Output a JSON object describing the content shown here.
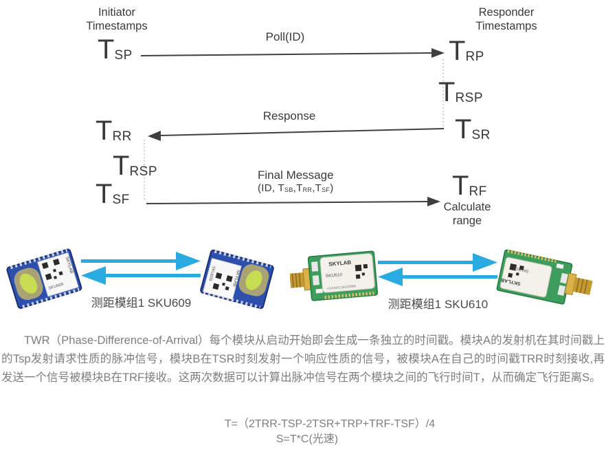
{
  "diagram": {
    "initiator_header": "Initiator\nTimestamps",
    "responder_header": "Responder\nTimestamps",
    "poll_label": "Poll(ID)",
    "response_label": "Response",
    "final_line1": "Final Message",
    "final2": {
      "t1": "(ID, T",
      "s1": "SB",
      "t2": ",T",
      "s2": "RR",
      "t3": ",T",
      "s3": "SF",
      "t4": ")"
    },
    "calculate_label": "Calculate\nrange",
    "timestamps": {
      "tsp": {
        "main": "T",
        "sub": "SP"
      },
      "trp": {
        "main": "T",
        "sub": "RP"
      },
      "trsp_right": {
        "main": "T",
        "sub": "RSP"
      },
      "tsr": {
        "main": "T",
        "sub": "SR"
      },
      "trr": {
        "main": "T",
        "sub": "RR"
      },
      "trsp_left": {
        "main": "T",
        "sub": "RSP"
      },
      "tsf": {
        "main": "T",
        "sub": "SF"
      },
      "trf": {
        "main": "T",
        "sub": "RF"
      }
    }
  },
  "modules": {
    "pair1_label": "测距模组1 SKU609",
    "pair2_label": "测距模组1 SKU610",
    "brand": "SKYLAB",
    "pair1_sku": "SKU609",
    "pair2_sku": "SKU610",
    "pair2_code": "+GAAAC19120084"
  },
  "colors": {
    "arrow_cyan": "#29abe2",
    "seq_dark": "#3f3f3f",
    "text_gray": "#7e7e7e",
    "pcb_blue": "#2d4fae",
    "pcb_green": "#3d9d5c",
    "sma_gold": "#c59a33"
  },
  "paragraph": "TWR（Phase-Difference-of-Arrival）每个模块从启动开始即会生成一条独立的时间戳。模块A的发射机在其时间戳上的Tsp发射请求性质的脉冲信号，模块B在TSR时刻发射一个响应性质的信号，被模块A在自己的时间戳TRR时刻接收,再发送一个信号被模块B在TRF接收。这两次数据可以计算出脉冲信号在两个模块之间的飞行时间T，从而确定飞行距离S。",
  "formulas": {
    "line1": "T=（2TRR-TSP-2TSR+TRP+TRF-TSF）/4",
    "line2": "S=T*C(光速)"
  }
}
